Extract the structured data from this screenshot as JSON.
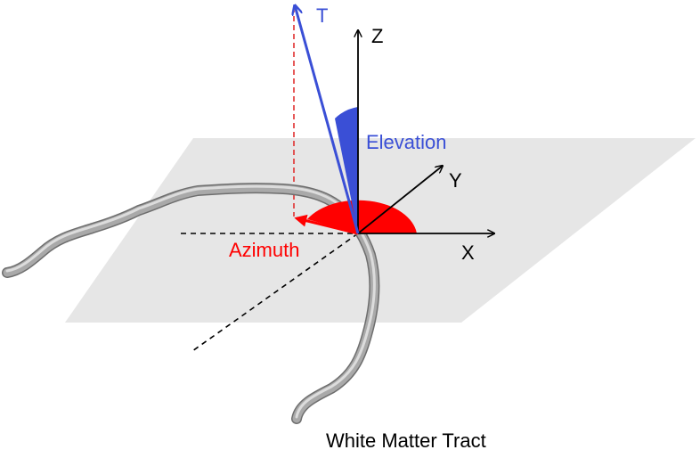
{
  "labels": {
    "t": "T",
    "z": "Z",
    "y": "Y",
    "x": "X",
    "elevation": "Elevation",
    "azimuth": "Azimuth",
    "caption": "White Matter Tract"
  },
  "colors": {
    "plane": "#e6e6e6",
    "tract": "#a9a9a9",
    "tract_highlight": "#dcdcdc",
    "tract_edge": "#6e6e6e",
    "vector_t": "#3a4fd6",
    "elevation": "#3a4fd6",
    "azimuth": "#ff0000",
    "axis": "#000000",
    "projection": "#e03030",
    "caption": "#000000"
  }
}
